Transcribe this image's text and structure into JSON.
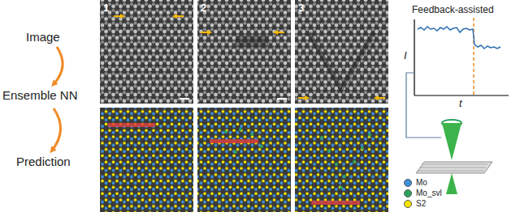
{
  "diagram": {
    "labels": [
      "Image",
      "Ensemble NN",
      "Prediction",
      "1",
      "2",
      "3",
      "Feedback-assisted",
      "I",
      "t"
    ],
    "legend": [
      {
        "text": "Mo",
        "color": "#3a8fd8"
      },
      {
        "text": "Mo_svl",
        "color": "#2ca25f"
      },
      {
        "text": "S2",
        "color": "#f5e400"
      }
    ]
  }
}
